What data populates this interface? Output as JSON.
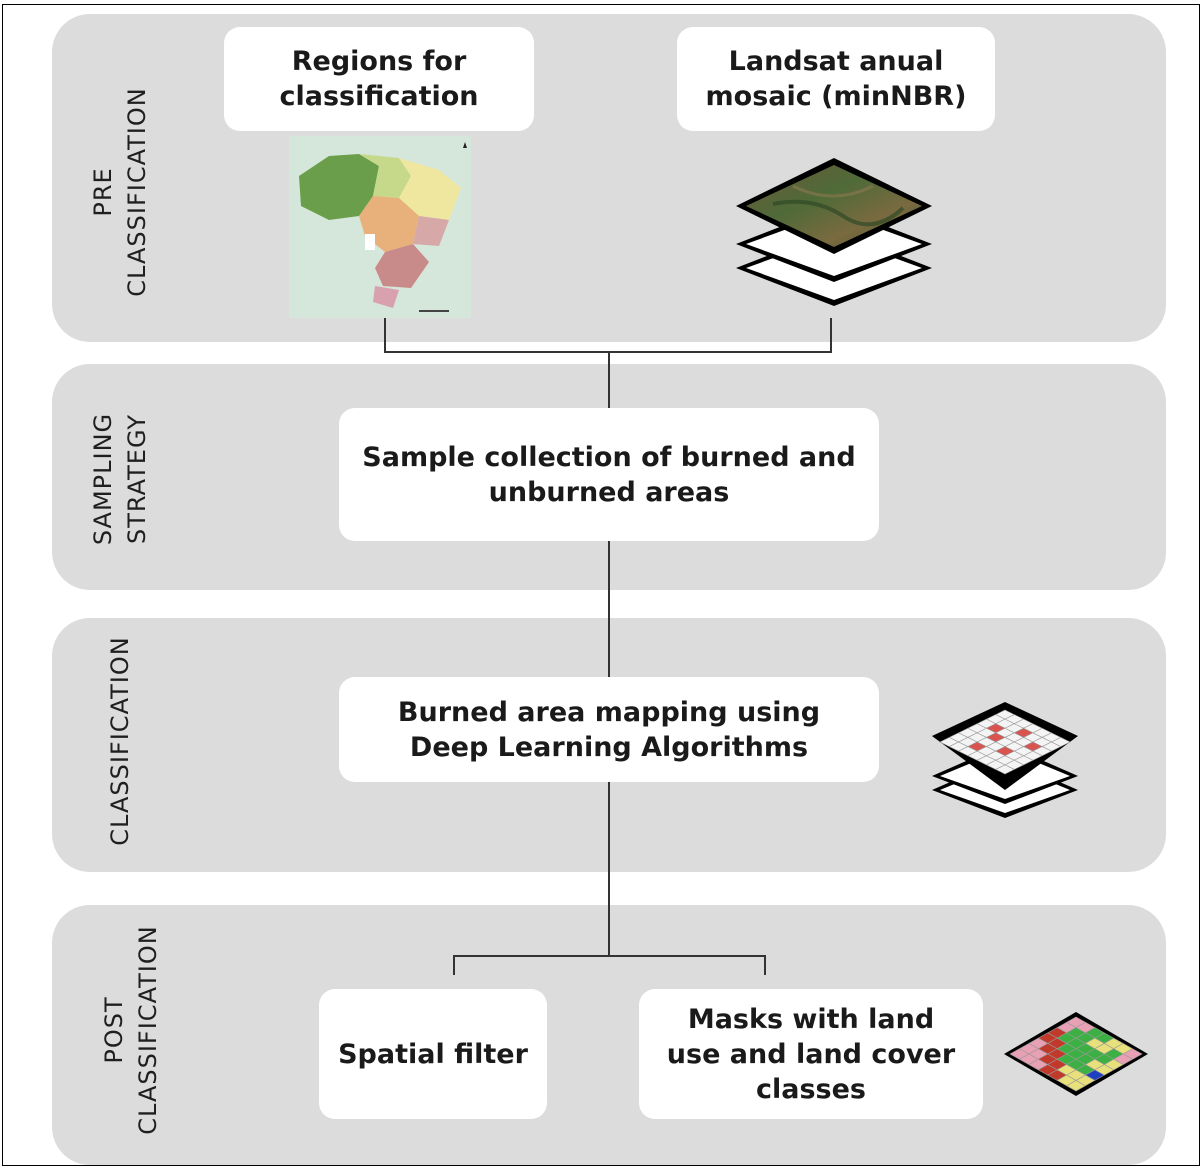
{
  "stages": {
    "pre": {
      "line1": "PRE",
      "line2": "CLASSIFICATION"
    },
    "sampling": {
      "line1": "SAMPLING",
      "line2": "STRATEGY"
    },
    "classification": {
      "line1": "CLASSIFICATION"
    },
    "post": {
      "line1": "POST",
      "line2": "CLASSIFICATION"
    }
  },
  "boxes": {
    "regions": {
      "line1": "Regions for",
      "line2": "classification"
    },
    "landsat": {
      "line1": "Landsat anual",
      "line2": "mosaic (minNBR)"
    },
    "sample": {
      "line1": "Sample collection of burned and",
      "line2": "unburned areas"
    },
    "mapping": {
      "line1": "Burned area mapping using",
      "line2": "Deep Learning Algorithms"
    },
    "spatial": {
      "line1": "Spatial filter"
    },
    "masks": {
      "line1": "Masks with land",
      "line2": "use and land cover",
      "line3": "classes"
    }
  },
  "colors": {
    "panel": "#dcdcdc",
    "burned_cell": "#d9534f",
    "lulc_green": "#3cb043",
    "lulc_pink": "#e8a0b4",
    "lulc_yellow": "#e8e07a",
    "lulc_red": "#c0392b",
    "lulc_blue": "#1f3fbf"
  }
}
